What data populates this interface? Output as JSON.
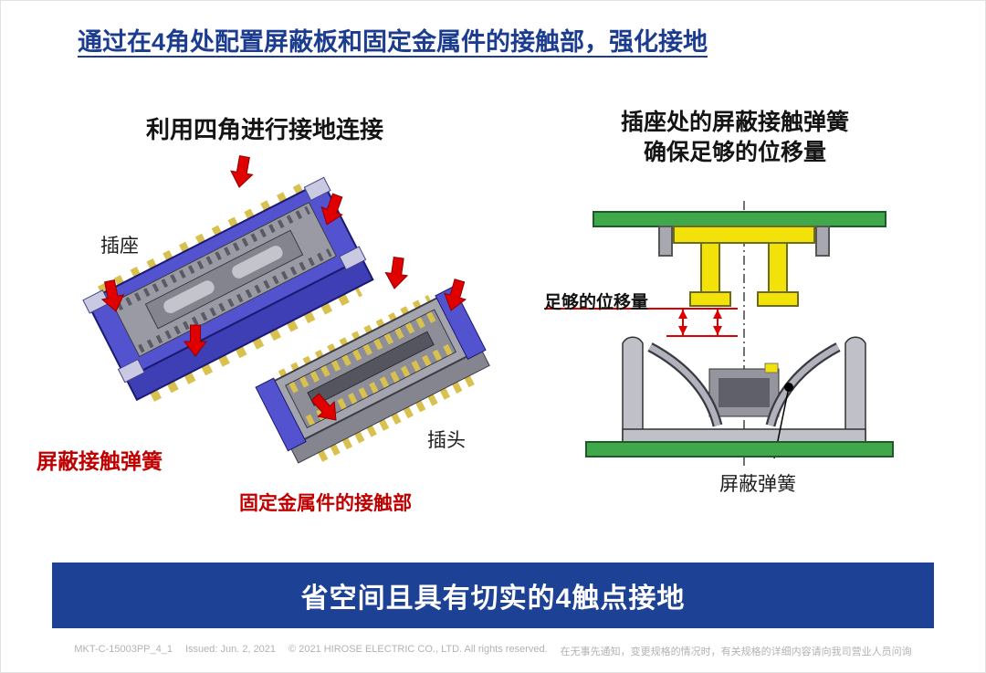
{
  "slide": {
    "title": "通过在4角处配置屏蔽板和固定金属件的接触部，强化接地",
    "left": {
      "heading": "利用四角进行接地连接",
      "receptacle_label": "插座",
      "plug_label": "插头",
      "shield_spring_label": "屏蔽接触弹簧",
      "fitting_contact_label": "固定金属件的接触部"
    },
    "right": {
      "heading_line1": "插座处的屏蔽接触弹簧",
      "heading_line2": "确保足够的位移量",
      "displacement_label": "足够的位移量",
      "shield_spring_label": "屏蔽弹簧"
    },
    "banner": "省空间且具有切实的4触点接地",
    "footer": {
      "doc_code": "MKT-C-15003PP_4_1",
      "issued": "Issued: Jun. 2, 2021",
      "copyright": "© 2021 HIROSE ELECTRIC CO., LTD. All rights reserved.",
      "notice": "在无事先通知，变更规格的情况时，有关规格的详细内容请向我司营业人员问询"
    },
    "icons": {
      "red_arrow": "red-arrow-icon (corner ground-contact indicator)"
    },
    "colors": {
      "title_blue": "#1c3d8f",
      "banner_blue": "#1d4195",
      "label_red": "#c00000",
      "arrow_red": "#e00000",
      "pcb_green": "#3fa84a",
      "connector_purple": "#5353cf",
      "contact_gold": "#d9c14f",
      "part_yellow": "#f2e20a",
      "housing_gray": "#c0c0c8"
    }
  }
}
